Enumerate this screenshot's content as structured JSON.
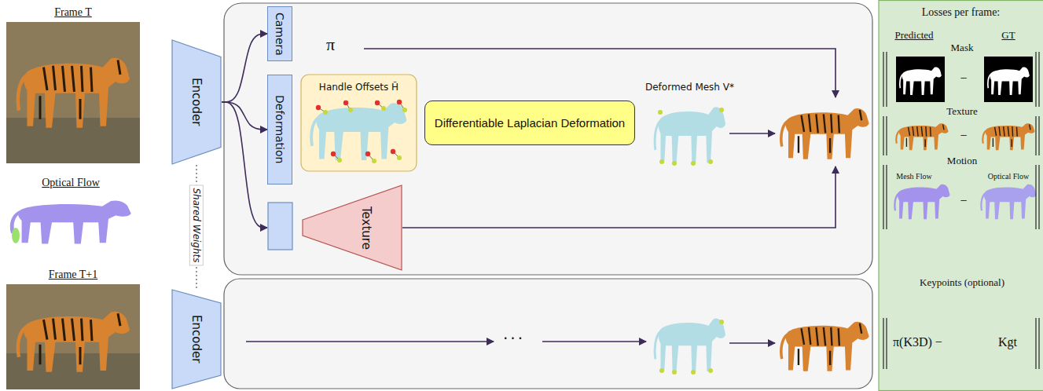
{
  "diagram": {
    "nodes": [
      {
        "text": [
          "Frame T"
        ]
      },
      {
        "text": [
          "Optical Flow"
        ]
      },
      {
        "text": [
          "Frame T+1"
        ]
      },
      {
        "text": [
          "Encoder"
        ]
      },
      {
        "text": [
          "Encoder"
        ]
      },
      {
        "text": [
          "π"
        ]
      },
      {
        "text": [
          "Camera"
        ],
        "in": 5
      },
      {
        "text": [
          "Deformation"
        ],
        "in": 5
      },
      {
        "text": [
          "Texture"
        ],
        "in": 5
      },
      {
        "text": [
          "Handle Offsets H̃"
        ],
        "in": 5
      },
      {
        "text": [
          "Differentiable Laplacian Deformation"
        ],
        "in": 5
      },
      {
        "text": [
          "Deformed Mesh V*"
        ],
        "in": 5
      },
      {
        "text": [
          "..."
        ]
      },
      {
        "text": [
          "Losses per frame:"
        ]
      }
    ],
    "edges": [
      {
        "from": 3,
        "to": 4,
        "arrow": "none",
        "label": "Shared Weights"
      },
      {
        "from": 3,
        "to": 6,
        "arrow": "to"
      },
      {
        "from": 3,
        "to": 7,
        "arrow": "to"
      },
      {
        "from": 3,
        "to": 8,
        "arrow": "to"
      }
    ],
    "labels": [
      "Predicted",
      "GT",
      "Mask",
      "−",
      "Texture",
      "−",
      "Motion",
      "Mesh Flow",
      "Optical Flow",
      "−",
      "Keypoints (optional)",
      "π(K3D) −",
      "Kgt"
    ]
  }
}
